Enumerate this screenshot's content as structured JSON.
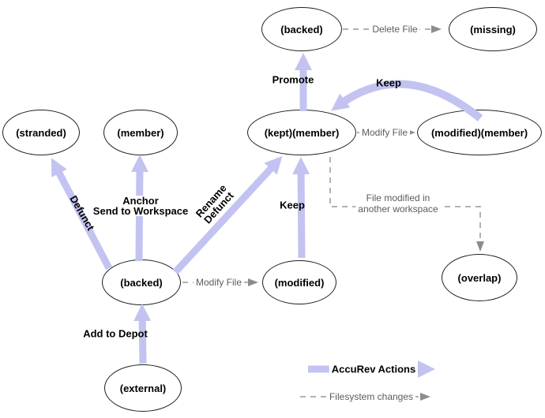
{
  "colors": {
    "action_arrow": "#c3c3f1",
    "filesystem_line": "#999999",
    "filesystem_head": "#8c8c8c",
    "gray_text": "#5c5c5c",
    "ellipse_stroke": "#1f1f1f"
  },
  "states": {
    "backed_top": "(backed)",
    "missing": "(missing)",
    "stranded": "(stranded)",
    "member": "(member)",
    "kept_member": "(kept)(member)",
    "modified_member": "(modified)(member)",
    "backed": "(backed)",
    "modified": "(modified)",
    "overlap": "(overlap)",
    "external": "(external)"
  },
  "action_labels": {
    "promote": "Promote",
    "keep_top": "Keep",
    "defunct": "Defunct",
    "anchor_line1": "Anchor",
    "anchor_line2": "Send to Workspace",
    "rename_line1": "Rename",
    "rename_line2": "Defunct",
    "keep": "Keep",
    "add_to_depot": "Add to Depot"
  },
  "filesystem_labels": {
    "delete_file": "Delete File",
    "modify_file_top": "Modify File",
    "modify_file_bottom": "Modify File",
    "overlap_note_line1": "File modified in",
    "overlap_note_line2": "another workspace"
  },
  "legend": {
    "accurev_actions": "AccuRev Actions",
    "filesystem_changes": "Filesystem changes"
  }
}
